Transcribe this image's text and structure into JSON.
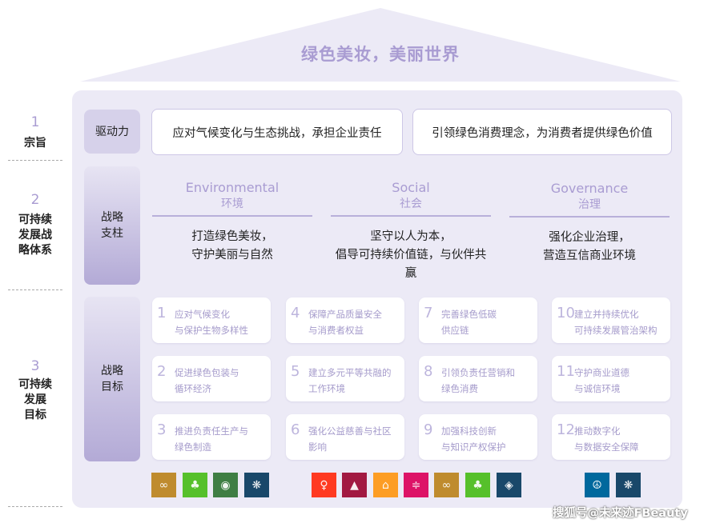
{
  "header": {
    "title": "绿色美妆，美丽世界"
  },
  "levels": [
    {
      "num": "1",
      "title": "宗旨"
    },
    {
      "num": "2",
      "title": "可持续\n发展战\n略体系"
    },
    {
      "num": "3",
      "title": "可持续\n发展\n目标"
    }
  ],
  "purpose": {
    "label": "驱动力",
    "items": [
      "应对气候变化与生态挑战，承担企业责任",
      "引领绿色消费理念，为消费者提供绿色价值"
    ]
  },
  "pillars": {
    "label": "战略\n支柱",
    "items": [
      {
        "en": "Environmental",
        "cn": "环境",
        "desc1": "打造绿色美妆，",
        "desc2": "守护美丽与自然"
      },
      {
        "en": "Social",
        "cn": "社会",
        "desc1": "坚守以人为本，",
        "desc2": "倡导可持续价值链，与伙伴共赢"
      },
      {
        "en": "Governance",
        "cn": "治理",
        "desc1": "强化企业治理，",
        "desc2": "营造互信商业环境"
      }
    ]
  },
  "goals": {
    "label": "战略\n目标",
    "items": [
      {
        "num": "1",
        "text": "应对气候变化\n与保护生物多样性"
      },
      {
        "num": "2",
        "text": "促进绿色包装与\n循环经济"
      },
      {
        "num": "3",
        "text": "推进负责任生产与\n绿色制造"
      },
      {
        "num": "4",
        "text": "保障产品质量安全\n与消费者权益"
      },
      {
        "num": "5",
        "text": "建立多元平等共融的\n工作环境"
      },
      {
        "num": "6",
        "text": "强化公益慈善与社区\n影响"
      },
      {
        "num": "7",
        "text": "完善绿色低碳\n供应链"
      },
      {
        "num": "8",
        "text": "引领负责任营销和\n绿色消费"
      },
      {
        "num": "9",
        "text": "加强科技创新\n与知识产权保护"
      },
      {
        "num": "10",
        "text": "建立并持续优化\n可持续发展管治架构"
      },
      {
        "num": "11",
        "text": "守护商业道德\n与诚信环境"
      },
      {
        "num": "12",
        "text": "推动数字化\n与数据安全保障"
      }
    ]
  },
  "sdg_icons": [
    {
      "icon": "sdg-12-icon",
      "color": "#bf8b2e"
    },
    {
      "icon": "sdg-15-icon",
      "color": "#56c02b"
    },
    {
      "icon": "sdg-13-icon",
      "color": "#3f7e44"
    },
    {
      "icon": "sdg-17-icon",
      "color": "#19486a"
    },
    {
      "icon": "sdg-5-icon",
      "color": "#ff3a21"
    },
    {
      "icon": "sdg-8-icon",
      "color": "#a21942"
    },
    {
      "icon": "sdg-11-icon",
      "color": "#fd9d24"
    },
    {
      "icon": "sdg-10-icon",
      "color": "#dd1367"
    },
    {
      "icon": "sdg-12-icon",
      "color": "#bf8b2e"
    },
    {
      "icon": "sdg-15-icon",
      "color": "#56c02b"
    },
    {
      "icon": "sdg-9-icon",
      "color": "#19486a"
    },
    {
      "icon": "sdg-16-icon",
      "color": "#00689d"
    },
    {
      "icon": "sdg-17-icon",
      "color": "#19486a"
    }
  ],
  "watermark": "搜狐号@未来迹FBeauty"
}
